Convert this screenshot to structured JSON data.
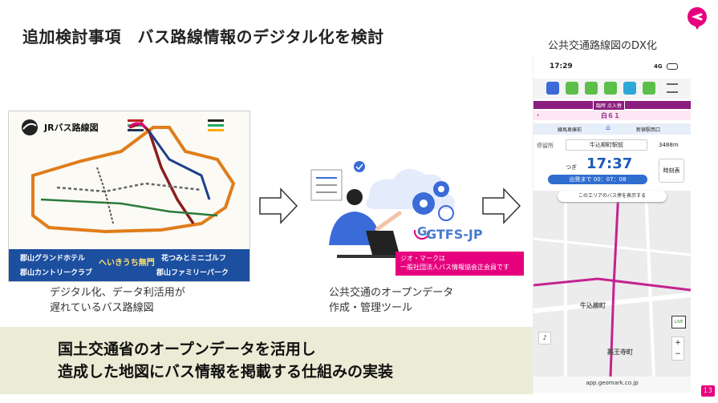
{
  "slide": {
    "title": "追加検討事項　バス路線情報のデジタル化を検討",
    "page_number": "13"
  },
  "left_panel": {
    "map_title": "JRバス路線図",
    "ad_left_1": "郡山グランドホテル",
    "ad_left_2": "郡山カントリークラブ",
    "ad_mid": "へいきうち無門",
    "ad_right_1": "花つみとミニゴルフ",
    "ad_right_2": "郡山ファミリーパーク",
    "caption_line1": "デジタル化、データ利活用が",
    "caption_line2": "遅れているバス路線図"
  },
  "middle_panel": {
    "gtfs_logo": "GTFS-JP",
    "badge_line1": "ジオ・マークは",
    "badge_line2": "一般社団法人バス情報協会正会員です",
    "caption_line1": "公共交通のオープンデータ",
    "caption_line2": "作成・管理ツール"
  },
  "right_panel": {
    "title": "公共交通路線図のDX化",
    "status_time": "17:29",
    "status_signal": "4G",
    "route_tag": "臨時 点入替",
    "route_name": "白６１",
    "stop_from": "練馬車庫前",
    "stop_to": "新宿駅西口",
    "stop_label": "停留所",
    "stop_name": "牛込柳町駅前",
    "stop_distance": "3488m",
    "next_label": "つぎ",
    "next_time": "17:37",
    "remaining_label": "出発まで 00：07：08",
    "timetable_label": "時刻表",
    "map_tooltip": "このエリアのバス停を表示する",
    "map_label_ushigome": "牛込柳町",
    "map_label_yakuoji": "薬王寺町",
    "url": "app.geomark.co.jp",
    "live_label": "LIVE"
  },
  "banner": {
    "line1": "国土交通省のオープンデータを活用し",
    "line2": "造成した地図にバス情報を掲載する仕組みの実装"
  },
  "colors": {
    "accent": "#e6007e",
    "route_purple": "#8b1e7e",
    "banner_bg": "#ecebd5",
    "ad_blue": "#1d4fa0"
  }
}
